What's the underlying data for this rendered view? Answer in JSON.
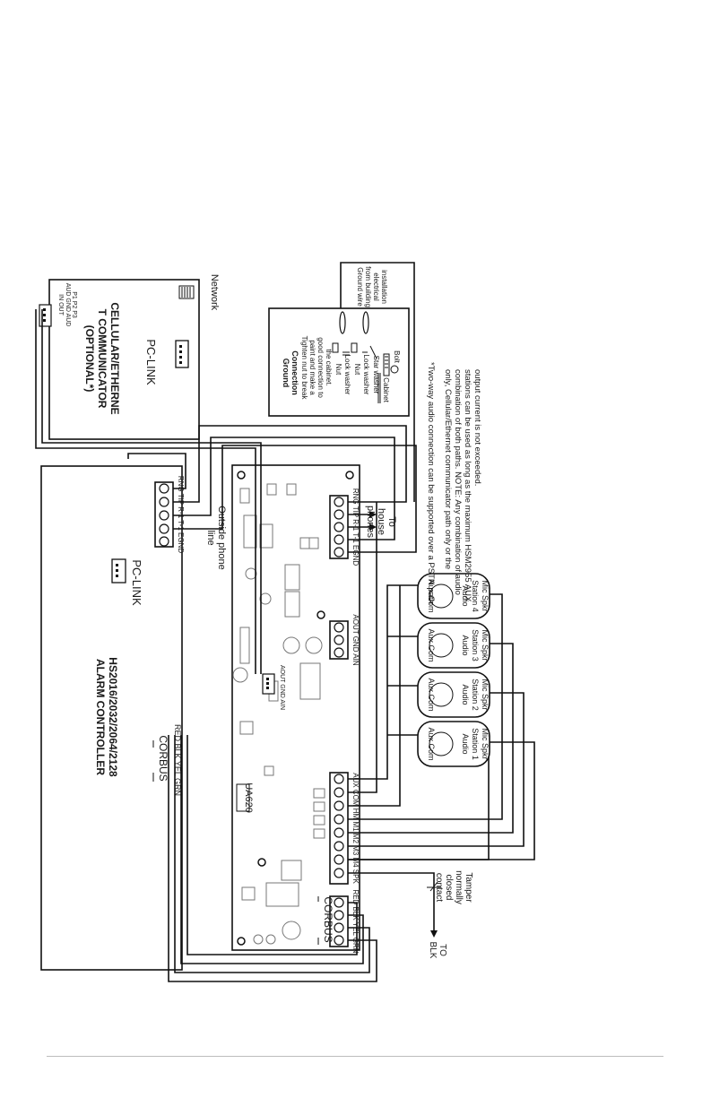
{
  "controller": {
    "title": "HS2016/2032/2064/2128",
    "subtitle": "ALARM CONTROLLER",
    "pc_link": "PC-LINK",
    "corbus": "CORBUS",
    "corbus_terms": "RED BLK YEL GRN",
    "phone_terms": "RNG TIP R-1 T-1 EGND",
    "outside_line_1": "Outside phone",
    "outside_line_2": "line"
  },
  "communicator": {
    "title_1": "CELLULAR/ETHERNE",
    "title_2": "T COMMUNICATOR",
    "title_3": "(OPTIONAL*)",
    "pc_link": "PC-LINK",
    "audio_terms_1": "AUD GND AUD",
    "audio_terms_2": "IN        OUT",
    "jumper": "P1 P2 P3",
    "network": "Network"
  },
  "ua620": {
    "label": "UA620",
    "corbus": "CORBUS",
    "corbus_terms": "RED BLK YEL GRN",
    "main_terms": "AUX COM HM M1 M2 M3 M4 SPK",
    "audio_out_terms": "AOUT GND AIN",
    "audio_small_terms": "AOUT GND AIN",
    "phone_terms": "RNG TIP R-1 T-1 EGND",
    "house_phones_1": "To",
    "house_phones_2": "house",
    "house_phones_3": "phones"
  },
  "stations": [
    {
      "aux_com": "Aux Com",
      "name_1": "Audio",
      "name_2": "Station 1",
      "mic_spkr": "Mic  Spkr"
    },
    {
      "aux_com": "Aux Com",
      "name_1": "Audio",
      "name_2": "Station 2",
      "mic_spkr": "Mic  Spkr"
    },
    {
      "aux_com": "Aux Com",
      "name_1": "Audio",
      "name_2": "Station 3",
      "mic_spkr": "Mic  Spkr"
    },
    {
      "aux_com": "Aux Com",
      "name_1": "Audio",
      "name_2": "Station 4",
      "mic_spkr": "Mic  Spkr"
    }
  ],
  "tamper": {
    "line_1": "Tamper",
    "line_2": "normally",
    "line_3": "closed",
    "line_4": "contact",
    "to_1": "TO",
    "to_2": "BLK"
  },
  "ground": {
    "title_1": "Ground",
    "title_2": "Connection",
    "note_1": "Tighten nut to break",
    "note_2": "paint and make a",
    "note_3": "good connection to",
    "note_4": "the cabinet.",
    "nut_1": "Nut",
    "lock_washer_1": "Lock washer",
    "nut_2": "Nut",
    "lock_washer_2": "Lock washer",
    "star_washer": "Star washer",
    "cabinet": "Cabinet",
    "bolt": "Bolt",
    "wire_1": "Ground wire",
    "wire_2": "from building",
    "wire_3": "electrical",
    "wire_4": "installation"
  },
  "footnote": {
    "line_1": "*Two-way audio connection can be supported over a PSTN path",
    "line_2": "only, Cellular/Ethernet communicator path only or the",
    "line_3": "combination of both paths. NOTE: Any combination of audio",
    "line_4": "stations can be used as long as the maximum HSM2955 AUX",
    "line_5": "output current is not exceeded."
  }
}
